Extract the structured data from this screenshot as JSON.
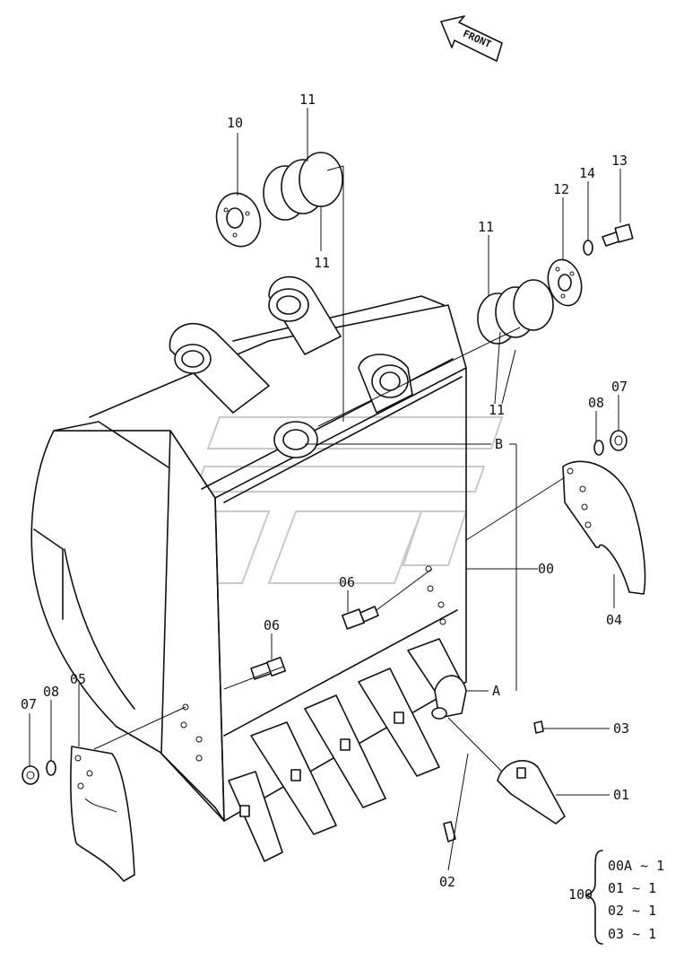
{
  "diagram": {
    "front_arrow_label": "FRONT",
    "callouts": {
      "c00": "00",
      "c01": "01",
      "c02": "02",
      "c03": "03",
      "c04": "04",
      "c05": "05",
      "c06a": "06",
      "c06b": "06",
      "c07a": "07",
      "c07b": "07",
      "c08a": "08",
      "c08b": "08",
      "c10": "10",
      "c11a": "11",
      "c11b": "11",
      "c11c": "11",
      "c11d": "11",
      "c12": "12",
      "c13": "13",
      "c14": "14",
      "refA": "A",
      "refB": "B"
    },
    "kit": {
      "label": "100",
      "items": [
        "00A ~ 1",
        "01  ~ 1",
        "02  ~ 1",
        "03  ~ 1"
      ]
    }
  }
}
